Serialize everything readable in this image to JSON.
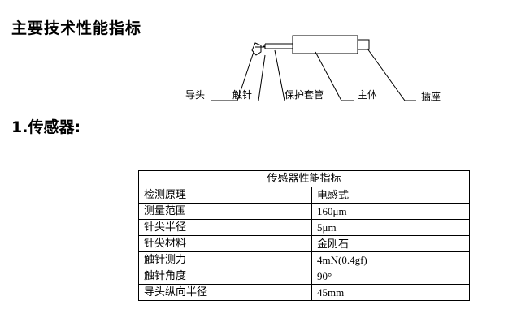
{
  "page": {
    "title": "主要技术性能指标"
  },
  "diagram": {
    "labels": {
      "guide_head": "导头",
      "stylus": "触针",
      "protective_sleeve": "保护套管",
      "main_body": "主体",
      "plug": "插座"
    }
  },
  "section": {
    "title": "1.传感器:"
  },
  "table": {
    "caption": "传感器性能指标",
    "rows": [
      {
        "name": "检测原理",
        "value": "电感式"
      },
      {
        "name": "测量范围",
        "value": "160μm"
      },
      {
        "name": "针尖半径",
        "value": "5μm"
      },
      {
        "name": "针尖材料",
        "value": "金刚石"
      },
      {
        "name": "触针测力",
        "value": "4mN(0.4gf)"
      },
      {
        "name": "触针角度",
        "value": "90°"
      },
      {
        "name": "导头纵向半径",
        "value": "45mm"
      }
    ]
  }
}
